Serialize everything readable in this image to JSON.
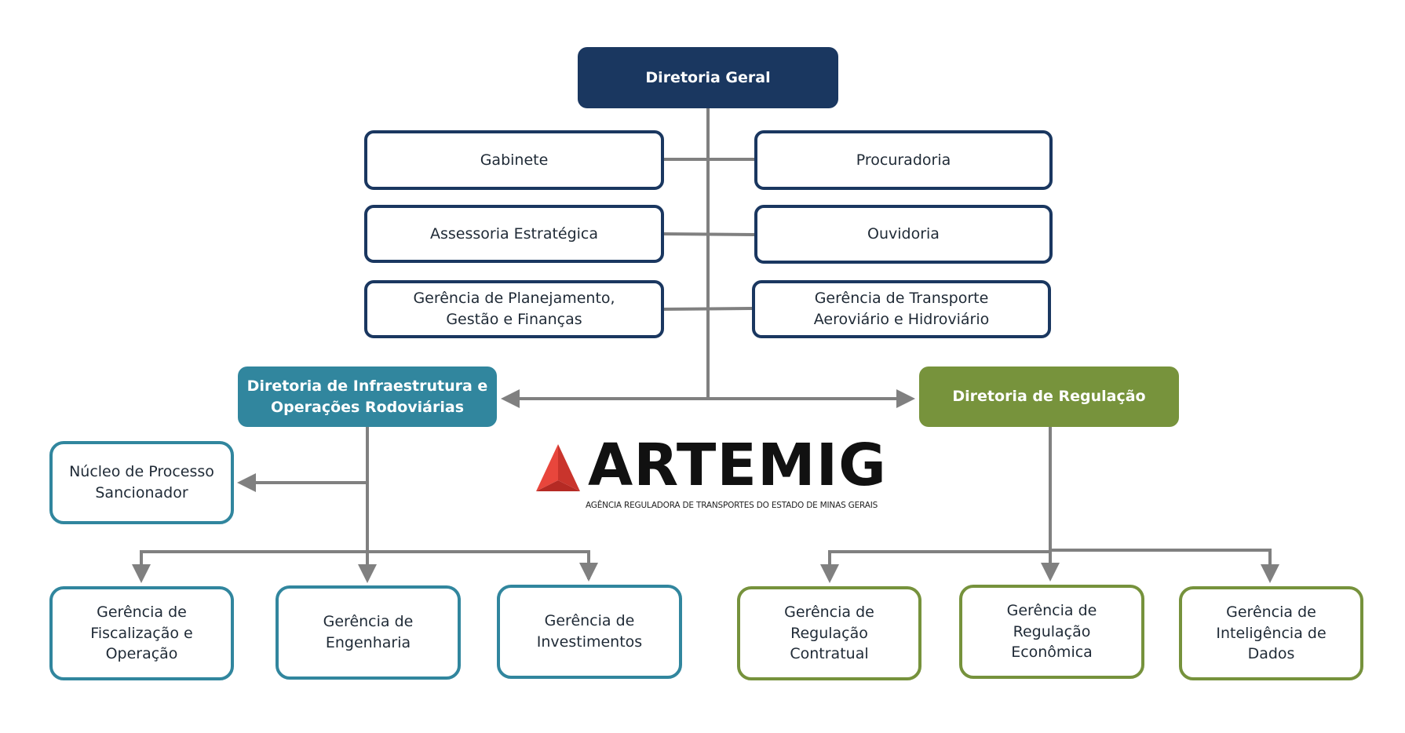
{
  "colors": {
    "navy": "#1a3760",
    "teal": "#31869e",
    "green": "#77933c",
    "connector": "#808080",
    "logo_red": "#e8463c"
  },
  "top": {
    "diretoria_geral": "Diretoria Geral"
  },
  "staff_left": [
    {
      "lines": [
        "Gabinete"
      ]
    },
    {
      "lines": [
        "Assessoria Estratégica"
      ]
    },
    {
      "lines": [
        "Gerência de Planejamento,",
        "Gestão e Finanças"
      ]
    }
  ],
  "staff_right": [
    {
      "lines": [
        "Procuradoria"
      ]
    },
    {
      "lines": [
        "Ouvidoria"
      ]
    },
    {
      "lines": [
        "Gerência de Transporte",
        "Aeroviário e Hidroviário"
      ]
    }
  ],
  "infra": {
    "title_lines": [
      "Diretoria de Infraestrutura e",
      "Operações Rodoviárias"
    ],
    "nucleo": {
      "lines": [
        "Núcleo de Processo",
        "Sancionador"
      ]
    },
    "children": [
      {
        "lines": [
          "Gerência de",
          "Fiscalização e",
          "Operação"
        ]
      },
      {
        "lines": [
          "Gerência de",
          "Engenharia"
        ]
      },
      {
        "lines": [
          "Gerência de",
          "Investimentos"
        ]
      }
    ]
  },
  "regulacao": {
    "title": "Diretoria de Regulação",
    "children": [
      {
        "lines": [
          "Gerência de",
          "Regulação",
          "Contratual"
        ]
      },
      {
        "lines": [
          "Gerência de",
          "Regulação",
          "Econômica"
        ]
      },
      {
        "lines": [
          "Gerência de",
          "Inteligência de",
          "Dados"
        ]
      }
    ]
  },
  "logo": {
    "wordmark": "ARTEMIG",
    "tagline": "AGÊNCIA REGULADORA DE TRANSPORTES DO ESTADO DE MINAS GERAIS",
    "icon": "red-arrowhead-triangle"
  }
}
